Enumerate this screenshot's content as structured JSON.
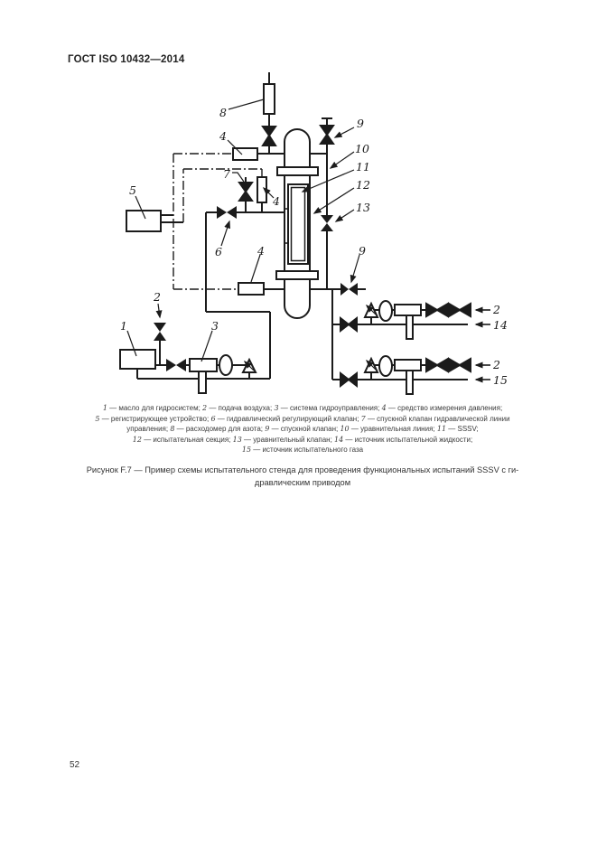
{
  "page": {
    "standard_title": "ГОСТ ISO 10432—2014",
    "page_number": "52"
  },
  "figure": {
    "caption_line1": "Рисунок F.7 — Пример схемы испытательного стенда для проведения функциональных испытаний SSSV с ги-",
    "caption_line2": "дравлическим приводом"
  },
  "legend": {
    "lines": [
      "1 — масло для гидросистем; 2 — подача воздуха; 3 — система гидроуправления; 4 — средство измерения давления;",
      "5 — регистрирующее устройство; 6 — гидравлический регулирующий клапан; 7 — спускной клапан гидравлической линии",
      "управления; 8 — расходомер для азота; 9 — спускной клапан; 10 — уравнительная линия; 11 — SSSV;",
      "12 — испытательная секция; 13 — уравнительный клапан; 14 — источник испытательной жидкости;",
      "15 — источник испытательного газа"
    ]
  },
  "diagram": {
    "callouts": {
      "oil_tank": "1",
      "air_left": "2",
      "control_system": "3",
      "gauge_top": "4",
      "gauge_mid": "4",
      "gauge_bottom": "4",
      "recorder": "5",
      "control_valve": "6",
      "bleed_valve_control": "7",
      "flowmeter": "8",
      "vent_valve_top": "9",
      "drain_valve": "9",
      "equalizing_line": "10",
      "sssv": "11",
      "test_section": "12",
      "equalizing_valve": "13",
      "air_top": "2",
      "liquid_source": "14",
      "air_bottom": "2",
      "gas_source": "15"
    }
  }
}
